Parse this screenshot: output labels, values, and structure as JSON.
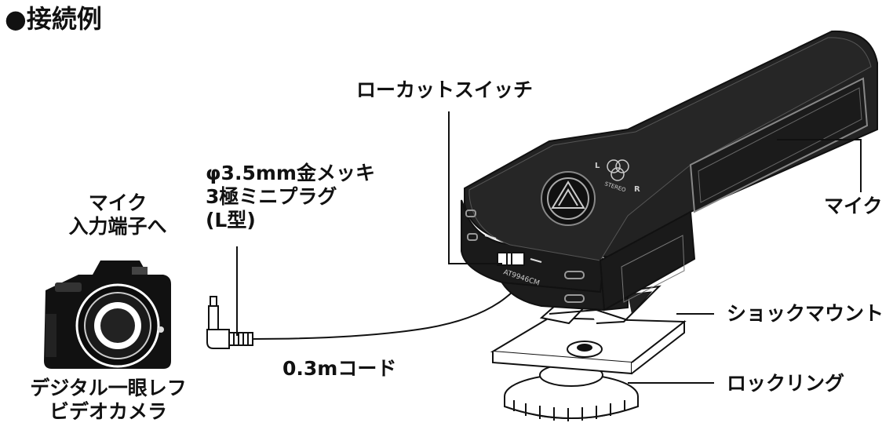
{
  "title": "●接続例",
  "labels": {
    "camera_top_line1": "マイク",
    "camera_top_line2": "入力端子へ",
    "camera_bottom_line1": "デジタル一眼レフ",
    "camera_bottom_line2": "ビデオカメラ",
    "plug_line1": "φ3.5mm金メッキ",
    "plug_line2": "3極ミニプラグ",
    "plug_line3": "(L型)",
    "cord": "0.3mコード",
    "low_cut_switch": "ローカットスイッチ",
    "mic": "マイク",
    "shock_mount": "ショックマウント",
    "locking_ring": "ロックリング",
    "stereo_badge_l": "L",
    "stereo_badge_r": "R",
    "stereo_badge_text": "STEREO",
    "model_text": "AT9946CM"
  }
}
